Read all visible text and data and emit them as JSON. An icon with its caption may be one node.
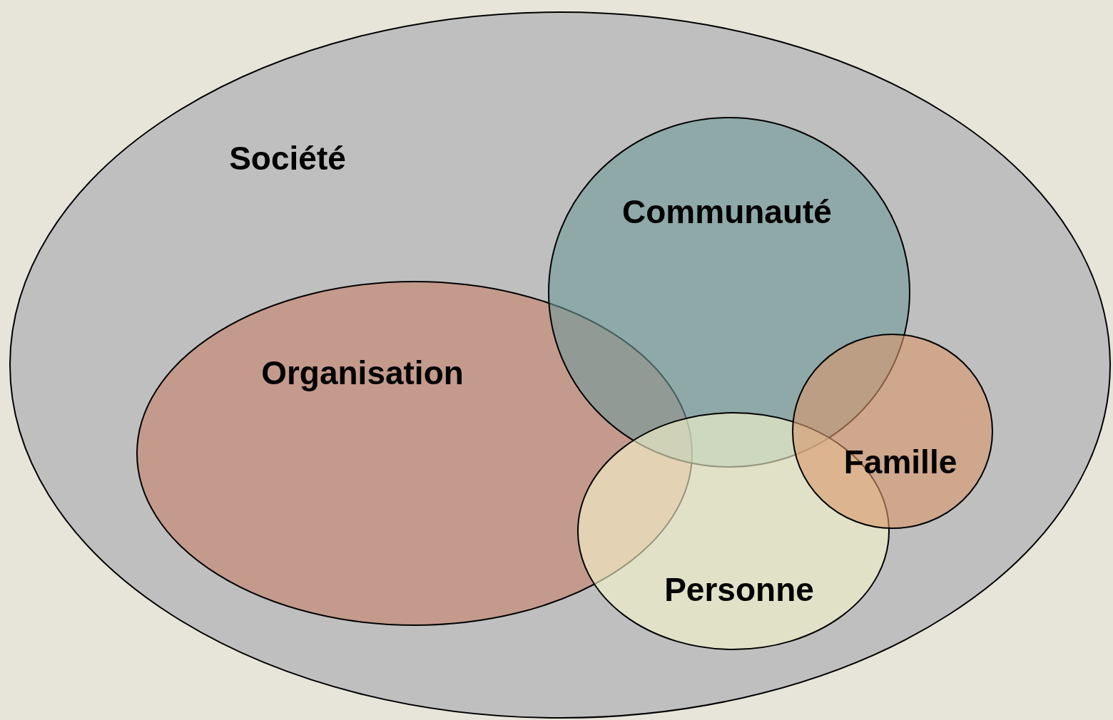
{
  "diagram": {
    "nodes": [
      {
        "text": [
          "Société"
        ]
      },
      {
        "text": [
          "Communauté"
        ],
        "in": 0
      },
      {
        "text": [
          "Organisation"
        ],
        "in": 0
      },
      {
        "text": [
          "Famille"
        ],
        "in": 0
      },
      {
        "text": [
          "Personne"
        ],
        "in": 0
      }
    ]
  }
}
